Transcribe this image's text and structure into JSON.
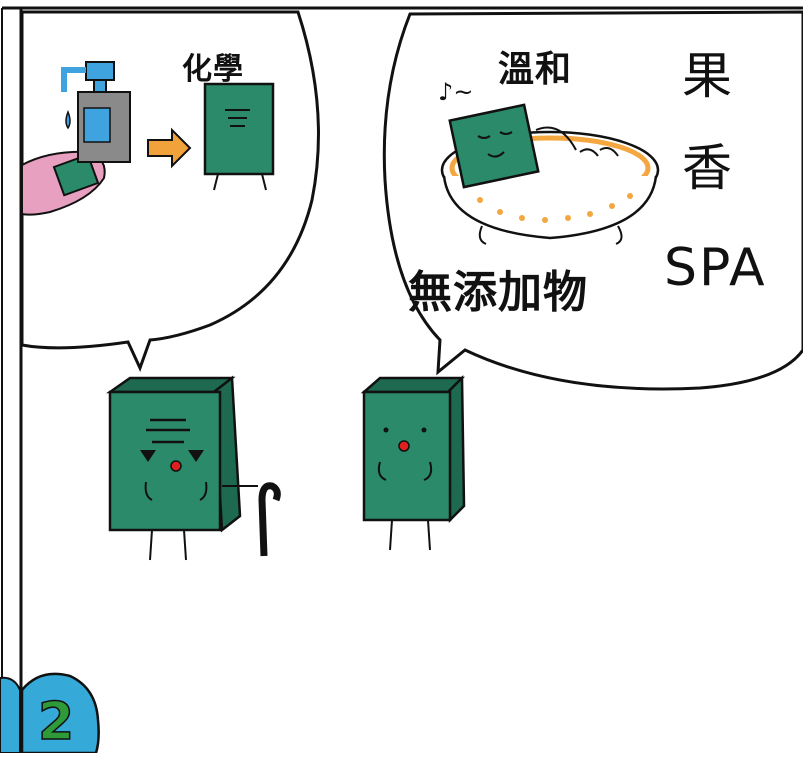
{
  "panel": {
    "badge_number": "2",
    "left_bubble": {
      "label": "化學"
    },
    "right_bubble": {
      "label_mild": "溫和",
      "label_fruit": "果",
      "label_scent": "香",
      "label_spa": "SPA",
      "label_additive_free": "無添加物",
      "music_note": "♪~"
    }
  },
  "colors": {
    "soap_green": "#2a8a6a",
    "skin_pink": "#e8a0c0",
    "bottle_blue": "#3fa3e0",
    "bottle_grey": "#8a8a8a",
    "arrow_orange": "#f2a23a",
    "tub_orange": "#f4a640",
    "badge_blue": "#35a9d8",
    "badge_number_green": "#2e9a3a"
  }
}
